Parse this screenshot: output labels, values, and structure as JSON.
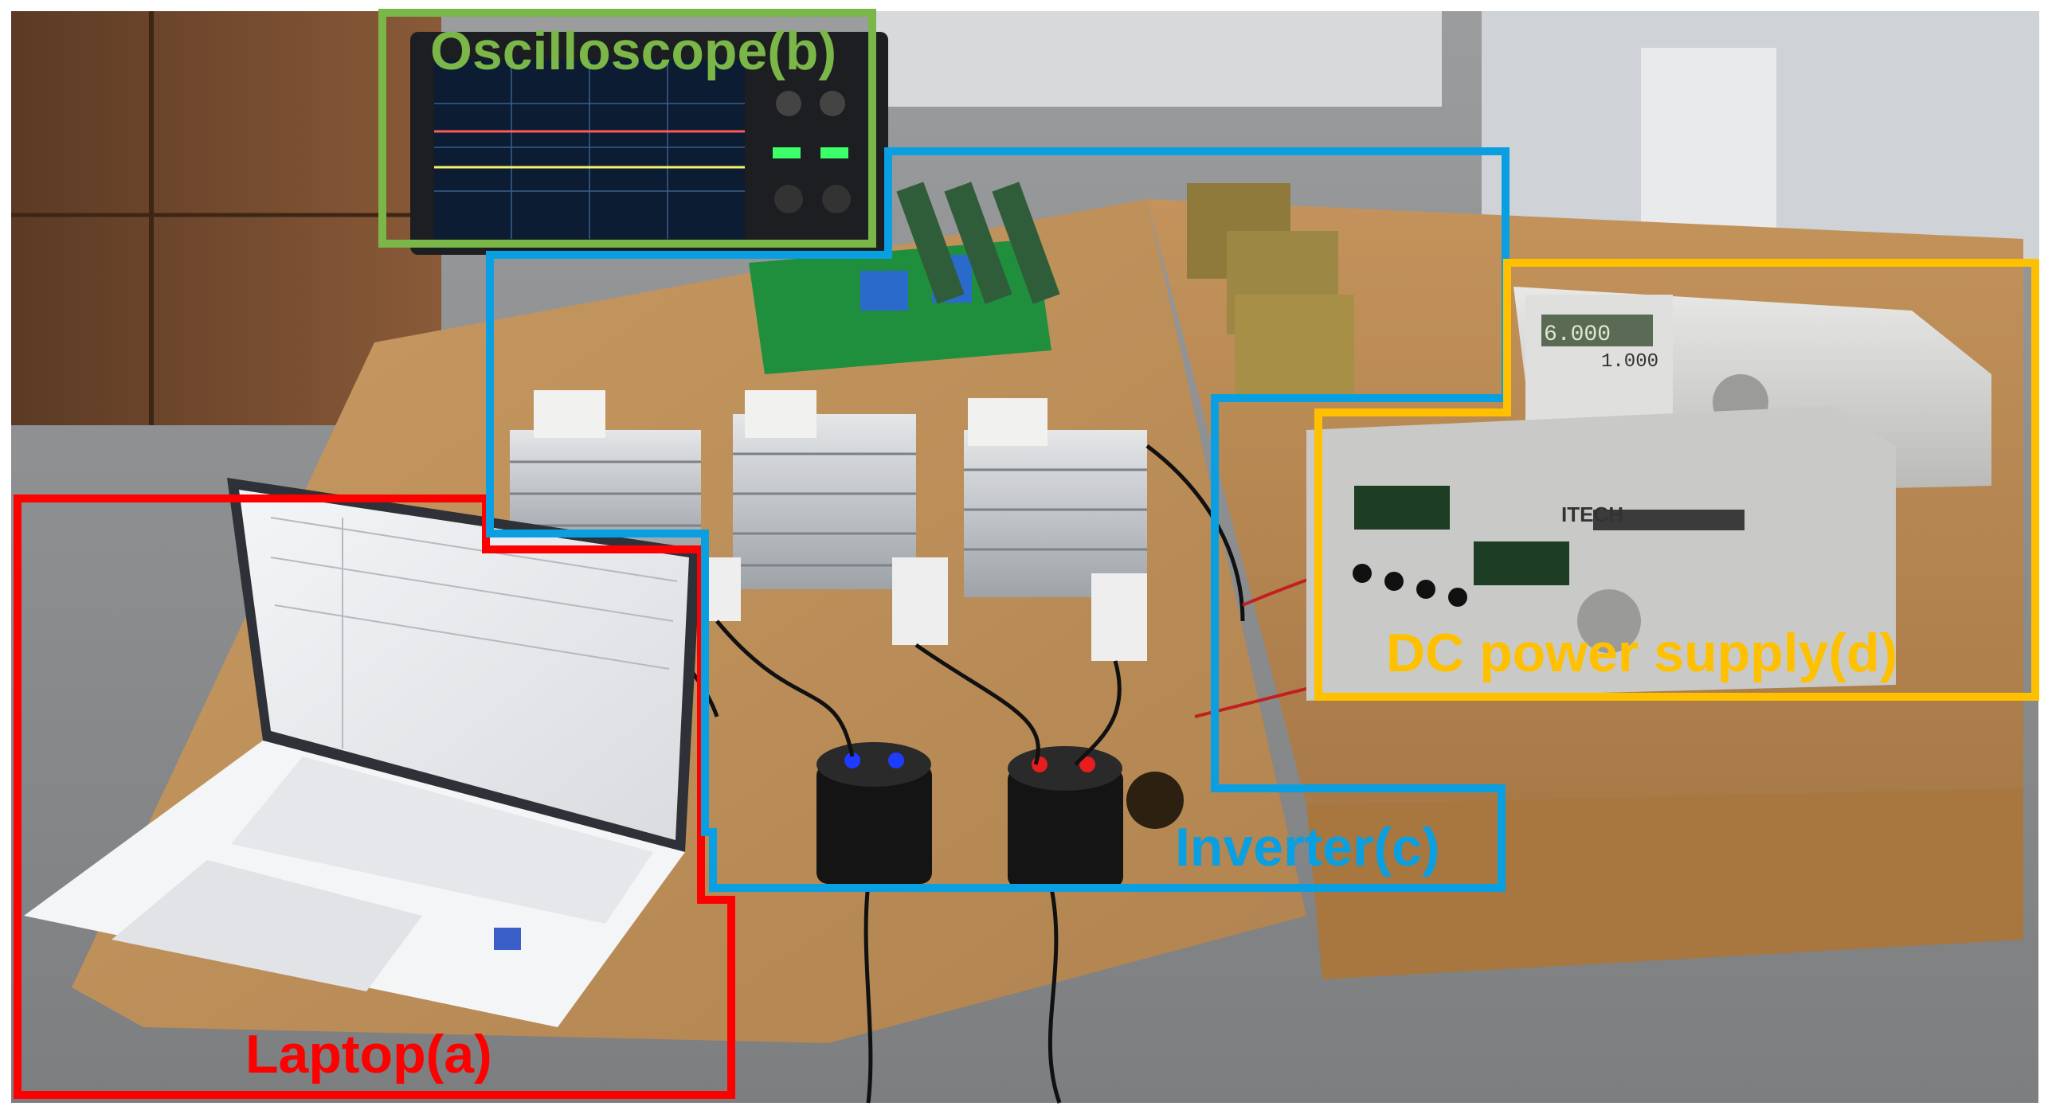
{
  "labels": {
    "laptop": "Laptop(a)",
    "oscilloscope": "Oscilloscope(b)",
    "inverter": "Inverter(c)",
    "dc_power_supply": "DC power supply(d)"
  },
  "box_colors": {
    "laptop": "#ff0000",
    "oscilloscope": "#7ab648",
    "inverter": "#0a9fe0",
    "dc_power_supply": "#ffc000"
  },
  "instrument_text": {
    "psu_brand": "ITECH",
    "psu_display_voltage": "6.000",
    "psu_display_current": "1.000"
  }
}
